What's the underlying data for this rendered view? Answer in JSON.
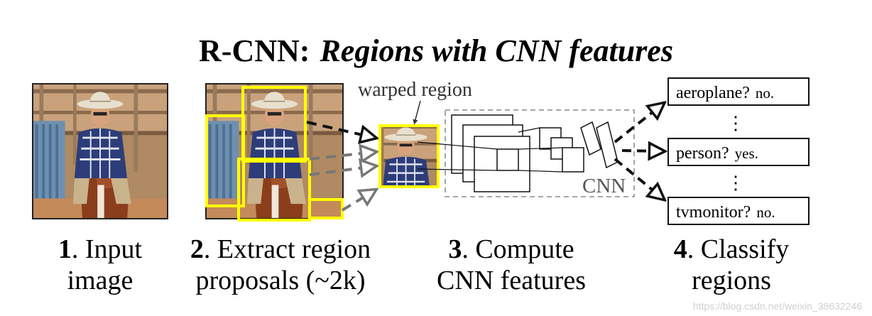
{
  "title": {
    "bold": "R-CNN:",
    "italic": "Regions with CNN features"
  },
  "warped_label": "warped region",
  "cnn_label": "CNN",
  "steps": [
    {
      "num": "1",
      "line1": ". Input",
      "line2": "image"
    },
    {
      "num": "2",
      "line1": ". Extract region",
      "line2": "proposals (~2k)"
    },
    {
      "num": "3",
      "line1": ". Compute",
      "line2": "CNN features"
    },
    {
      "num": "4",
      "line1": ". Classify",
      "line2": "regions"
    }
  ],
  "classes": [
    {
      "name": "aeroplane?",
      "answer": "no."
    },
    {
      "name": "person?",
      "answer": "yes."
    },
    {
      "name": "tvmonitor?",
      "answer": "no."
    }
  ],
  "ellipsis": "⋮",
  "watermark": "https://blog.csdn.net/weixin_38632246",
  "colors": {
    "proposal_box": "#ffff00",
    "arrow_dark": "#111111",
    "arrow_gray": "#777777",
    "cnn_dashed_box": "#888888"
  }
}
